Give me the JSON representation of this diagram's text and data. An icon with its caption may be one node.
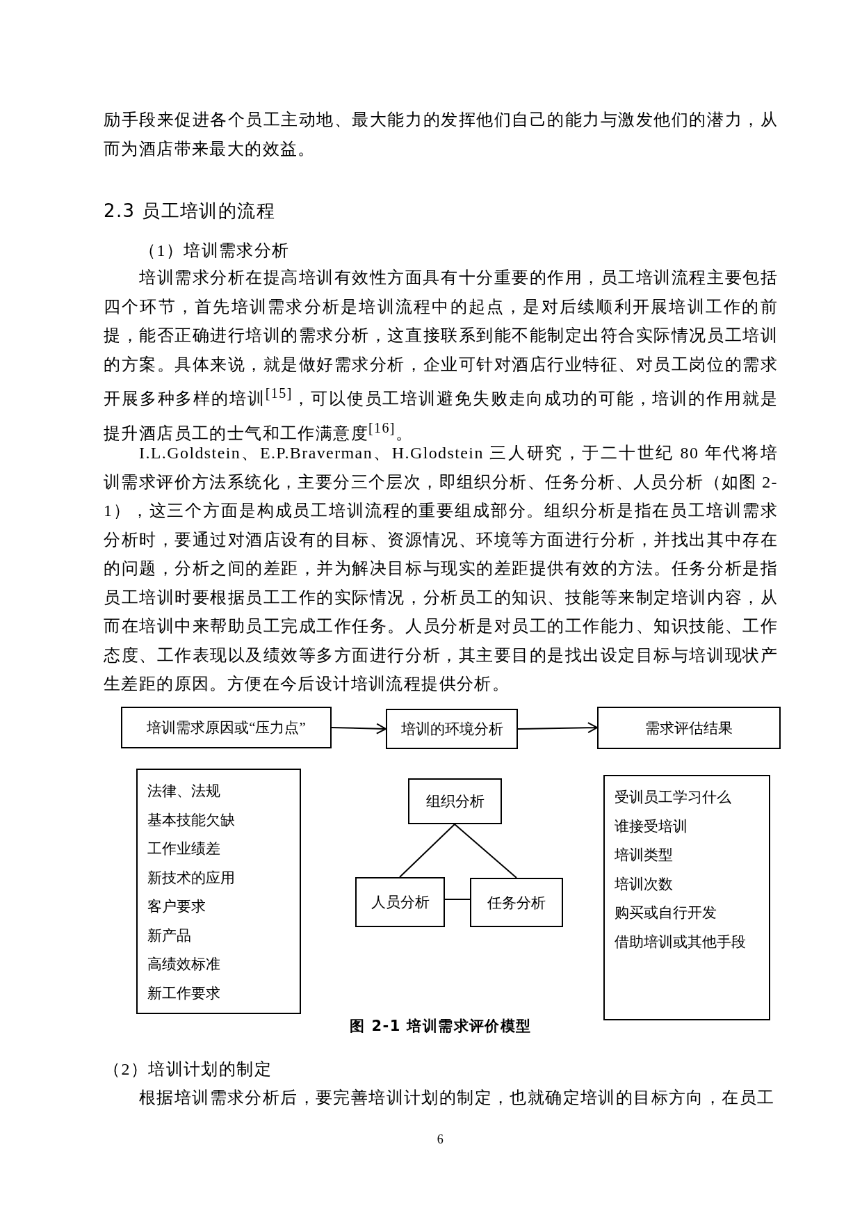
{
  "diagram": {
    "caption": "图 2-1  培训需求评价模型",
    "nodes": [
      {
        "text": [
          "培训需求原因或“压力点”"
        ]
      },
      {
        "text": [
          "培训的环境分析"
        ]
      },
      {
        "text": [
          "需求评估结果"
        ]
      },
      {
        "text": [
          "法律、法规",
          "基本技能欠缺",
          "工作业绩差",
          "新技术的应用",
          "客户要求",
          "新产品",
          "高绩效标准",
          "新工作要求"
        ]
      },
      {
        "text": [
          "组织分析"
        ]
      },
      {
        "text": [
          "人员分析"
        ]
      },
      {
        "text": [
          "任务分析"
        ]
      },
      {
        "text": [
          "受训员工学习什么",
          "谁接受培训",
          "培训类型",
          "培训次数",
          "购买或自行开发",
          "借助培训或其他手段"
        ]
      }
    ],
    "edges": [
      {
        "from": 0,
        "to": 1,
        "arrow": "to"
      },
      {
        "from": 1,
        "to": 2,
        "arrow": "to"
      },
      {
        "from": 4,
        "to": 5,
        "arrow": "none"
      },
      {
        "from": 4,
        "to": 6,
        "arrow": "none"
      },
      {
        "from": 5,
        "to": 6,
        "arrow": "none"
      }
    ],
    "labels": [
      "励手段来促进各个员工主动地、最大能力的发挥他们自己的能力与激发他们的潜力，从而为酒店带来最大的效益。",
      "2.3  员工培训的流程",
      "（1）培训需求分析",
      "培训需求分析在提高培训有效性方面具有十分重要的作用，员工培训流程主要包括四个环节，首先培训需求分析是培训流程中的起点，是对后续顺利开展培训工作的前提，能否正确进行培训的需求分析，这直接联系到能不能制定出符合实际情况员工培训的方案。具体来说，就是做好需求分析，企业可针对酒店行业特征、对员工岗位的需求开展多种多样的培训$^{[15]}$，可以使员工培训避免失败走向成功的可能，培训的作用就是提升酒店员工的士气和工作满意度$^{[16]}$。",
      "I.L.Goldstein、E.P.Braverman、H.Glodstein 三人研究，于二十世纪 80 年代将培训需求评价方法系统化，主要分三个层次，即组织分析、任务分析、人员分析（如图 2-1），这三个方面是构成员工培训流程的重要组成部分。组织分析是指在员工培训需求分析时，要通过对酒店设有的目标、资源情况、环境等方面进行分析，并找出其中存在的问题，分析之间的差距，并为解决目标与现实的差距提供有效的方法。任务分析是指员工培训时要根据员工工作的实际情况，分析员工的知识、技能等来制定培训内容，从而在培训中来帮助员工完成工作任务。人员分析是对员工的工作能力、知识技能、工作态度、工作表现以及绩效等多方面进行分析，其主要目的是找出设定目标与培训现状产生差距的原因。方便在今后设计培训流程提供分析。",
      "（2）培训计划的制定",
      "根据培训需求分析后，要完善培训计划的制定，也就确定培训的目标方向，在员工",
      "6"
    ]
  }
}
